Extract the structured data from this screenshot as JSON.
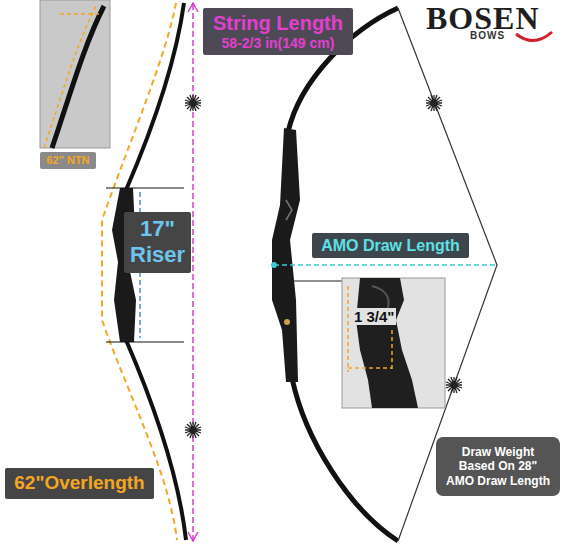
{
  "diagram": {
    "nodes": [
      {
        "text": [
          "String Length",
          "58-2/3 in(149 cm)"
        ]
      },
      {
        "text": [
          "62\" NTN"
        ]
      },
      {
        "text": [
          "17\" Riser"
        ]
      },
      {
        "text": [
          "AMO Draw Length"
        ]
      },
      {
        "text": [
          "Draw Weight Based On 28\" AMO Draw Length"
        ]
      },
      {
        "text": [
          "62\"Overlength"
        ]
      }
    ],
    "labels": [
      "BOSEN",
      "BOWS",
      "1 3/4\""
    ]
  }
}
